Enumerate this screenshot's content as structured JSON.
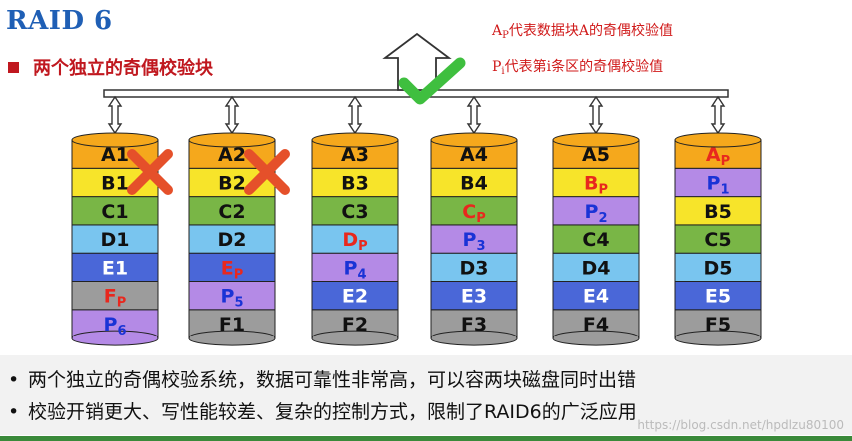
{
  "title": "RAID 6",
  "subtitle": "两个独立的奇偶校验块",
  "legend": {
    "line1_prefix": "A",
    "line1_sub": "P",
    "line1_rest": "代表数据块A的奇偶校验值",
    "line2_prefix": "P",
    "line2_sub": "i",
    "line2_rest": "代表第i条区的奇偶校验值"
  },
  "colors": {
    "A": "#f5a81c",
    "B": "#f7e42a",
    "C": "#79b646",
    "D": "#79c5ef",
    "E": "#4a67d8",
    "F": "#9c9c9c",
    "P": "#b48ae6",
    "parity_text": "#e8281e",
    "check": "#3fbf3f",
    "cross": "#e5502a"
  },
  "disks": [
    {
      "id": "disk-1",
      "failed": true,
      "blocks": [
        {
          "main": "A1",
          "sub": "",
          "color": "A",
          "text": "dark"
        },
        {
          "main": "B1",
          "sub": "",
          "color": "B",
          "text": "dark"
        },
        {
          "main": "C1",
          "sub": "",
          "color": "C",
          "text": "dark"
        },
        {
          "main": "D1",
          "sub": "",
          "color": "D",
          "text": "dark"
        },
        {
          "main": "E1",
          "sub": "",
          "color": "E",
          "text": "white"
        },
        {
          "main": "F",
          "sub": "P",
          "color": "F",
          "text": "red"
        },
        {
          "main": "P",
          "sub": "6",
          "color": "P",
          "text": "blue"
        }
      ]
    },
    {
      "id": "disk-2",
      "failed": true,
      "blocks": [
        {
          "main": "A2",
          "sub": "",
          "color": "A",
          "text": "dark"
        },
        {
          "main": "B2",
          "sub": "",
          "color": "B",
          "text": "dark"
        },
        {
          "main": "C2",
          "sub": "",
          "color": "C",
          "text": "dark"
        },
        {
          "main": "D2",
          "sub": "",
          "color": "D",
          "text": "dark"
        },
        {
          "main": "E",
          "sub": "P",
          "color": "E",
          "text": "red"
        },
        {
          "main": "P",
          "sub": "5",
          "color": "P",
          "text": "blue"
        },
        {
          "main": "F1",
          "sub": "",
          "color": "F",
          "text": "dark"
        }
      ]
    },
    {
      "id": "disk-3",
      "failed": false,
      "blocks": [
        {
          "main": "A3",
          "sub": "",
          "color": "A",
          "text": "dark"
        },
        {
          "main": "B3",
          "sub": "",
          "color": "B",
          "text": "dark"
        },
        {
          "main": "C3",
          "sub": "",
          "color": "C",
          "text": "dark"
        },
        {
          "main": "D",
          "sub": "P",
          "color": "D",
          "text": "red"
        },
        {
          "main": "P",
          "sub": "4",
          "color": "P",
          "text": "blue"
        },
        {
          "main": "E2",
          "sub": "",
          "color": "E",
          "text": "white"
        },
        {
          "main": "F2",
          "sub": "",
          "color": "F",
          "text": "dark"
        }
      ]
    },
    {
      "id": "disk-4",
      "failed": false,
      "blocks": [
        {
          "main": "A4",
          "sub": "",
          "color": "A",
          "text": "dark"
        },
        {
          "main": "B4",
          "sub": "",
          "color": "B",
          "text": "dark"
        },
        {
          "main": "C",
          "sub": "P",
          "color": "C",
          "text": "red"
        },
        {
          "main": "P",
          "sub": "3",
          "color": "P",
          "text": "blue"
        },
        {
          "main": "D3",
          "sub": "",
          "color": "D",
          "text": "dark"
        },
        {
          "main": "E3",
          "sub": "",
          "color": "E",
          "text": "white"
        },
        {
          "main": "F3",
          "sub": "",
          "color": "F",
          "text": "dark"
        }
      ]
    },
    {
      "id": "disk-5",
      "failed": false,
      "blocks": [
        {
          "main": "A5",
          "sub": "",
          "color": "A",
          "text": "dark"
        },
        {
          "main": "B",
          "sub": "P",
          "color": "B",
          "text": "red"
        },
        {
          "main": "P",
          "sub": "2",
          "color": "P",
          "text": "blue"
        },
        {
          "main": "C4",
          "sub": "",
          "color": "C",
          "text": "dark"
        },
        {
          "main": "D4",
          "sub": "",
          "color": "D",
          "text": "dark"
        },
        {
          "main": "E4",
          "sub": "",
          "color": "E",
          "text": "white"
        },
        {
          "main": "F4",
          "sub": "",
          "color": "F",
          "text": "dark"
        }
      ]
    },
    {
      "id": "disk-6",
      "failed": false,
      "blocks": [
        {
          "main": "A",
          "sub": "P",
          "color": "A",
          "text": "red"
        },
        {
          "main": "P",
          "sub": "1",
          "color": "P",
          "text": "blue"
        },
        {
          "main": "B5",
          "sub": "",
          "color": "B",
          "text": "dark"
        },
        {
          "main": "C5",
          "sub": "",
          "color": "C",
          "text": "dark"
        },
        {
          "main": "D5",
          "sub": "",
          "color": "D",
          "text": "dark"
        },
        {
          "main": "E5",
          "sub": "",
          "color": "E",
          "text": "white"
        },
        {
          "main": "F5",
          "sub": "",
          "color": "F",
          "text": "dark"
        }
      ]
    }
  ],
  "footer": {
    "bullet": "•",
    "line1": "两个独立的奇偶校验系统，数据可靠性非常高，可以容两块磁盘同时出错",
    "line2": "校验开销更大、写性能较差、复杂的控制方式，限制了RAID6的广泛应用"
  },
  "watermark": "https://blog.csdn.net/hpdlzu80100"
}
